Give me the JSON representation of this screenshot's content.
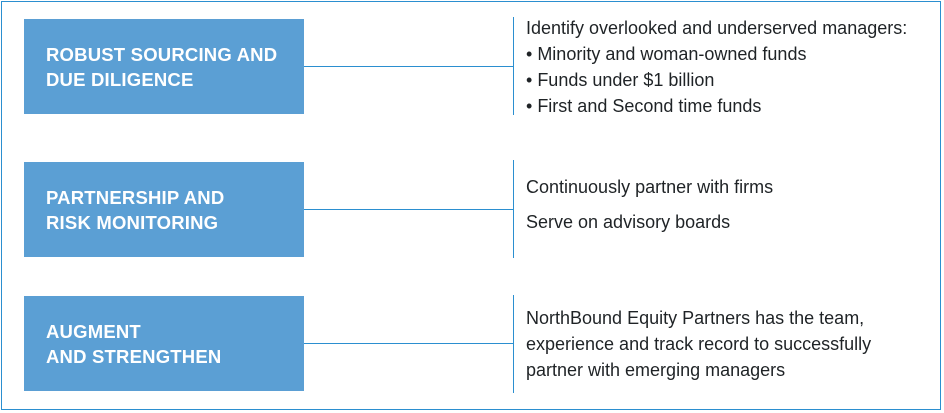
{
  "rows": [
    {
      "label": "ROBUST SOURCING AND\nDUE DILIGENCE",
      "heading": "Identify overlooked and underserved managers:",
      "bullets": [
        "Minority and woman-owned funds",
        "Funds under $1 billion",
        "First and Second time funds"
      ]
    },
    {
      "label": "PARTNERSHIP AND\nRISK MONITORING",
      "items": [
        "Continuously partner with firms",
        "Serve on advisory boards"
      ]
    },
    {
      "label": "AUGMENT\nAND STRENGTHEN",
      "text": "NorthBound Equity Partners has the team,\nexperience and track record to successfully\npartner with emerging managers"
    }
  ],
  "colors": {
    "box": "#5b9fd4",
    "line": "#2b8fd0",
    "text": "#1f2326"
  }
}
